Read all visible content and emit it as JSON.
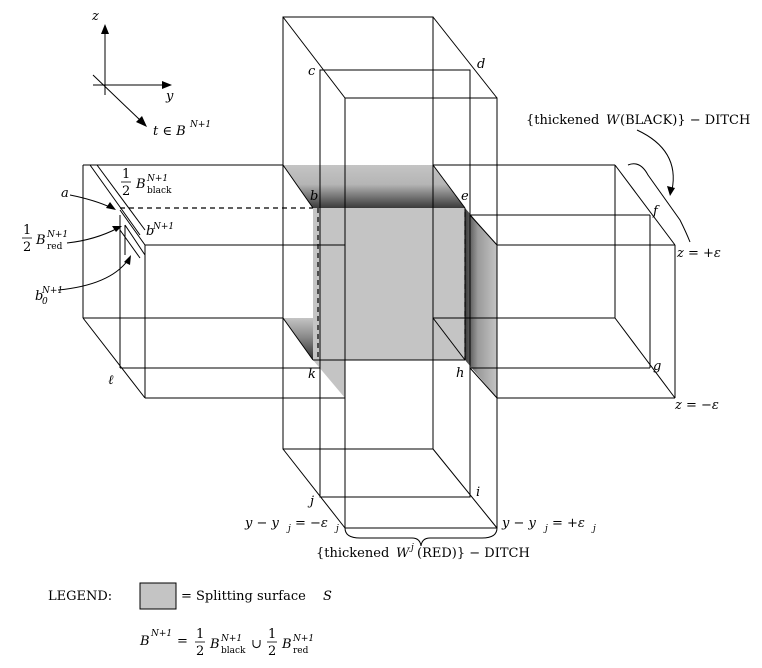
{
  "axes": {
    "z": "z",
    "y": "y",
    "t_label": "t ∈ B",
    "t_sup": "N+1"
  },
  "points": {
    "a": "a",
    "b": "b",
    "c": "c",
    "d": "d",
    "e": "e",
    "f": "f",
    "g": "g",
    "h": "h",
    "i": "i",
    "j": "j",
    "k": "k",
    "ell": "ℓ"
  },
  "labels": {
    "half": "1",
    "two": "2",
    "black_B": "B",
    "black_sup": "N+1",
    "black_sub": "black",
    "red_B": "B",
    "red_sup": "N+1",
    "red_sub": "red",
    "bN1": "b",
    "bN1_sup": "N+1",
    "b0": "b",
    "b0_sub": "0",
    "b0_sup": "N+1",
    "z_plus": "z = +ε",
    "z_minus": "z = −ε",
    "y_minus": "y − y",
    "y_minus_sub": "j",
    "y_minus_rhs": "= −ε",
    "y_plus": "y − y",
    "y_plus_sub": "j",
    "y_plus_rhs": "= +ε",
    "eps_sub": "j",
    "ditch_black_pre": "{thickened ",
    "ditch_black_w": "W",
    "ditch_black_post": "(BLACK)} − DITCH",
    "ditch_red_pre": "{thickened ",
    "ditch_red_w": "W",
    "ditch_red_sup": "j",
    "ditch_red_post": "(RED)} − DITCH"
  },
  "legend": {
    "title": "LEGEND:",
    "swatch_color": "#c4c4c4",
    "text": "= Splitting surface ",
    "S": "S"
  },
  "formula": {
    "lhs_B": "B",
    "lhs_sup": "N+1",
    "eq": "=",
    "one": "1",
    "two": "2",
    "B": "B",
    "sup": "N+1",
    "sub_black": "black",
    "cup": "∪",
    "sub_red": "red"
  },
  "colors": {
    "gray": "#c4c4c4",
    "dark": "#3a3a3a"
  }
}
